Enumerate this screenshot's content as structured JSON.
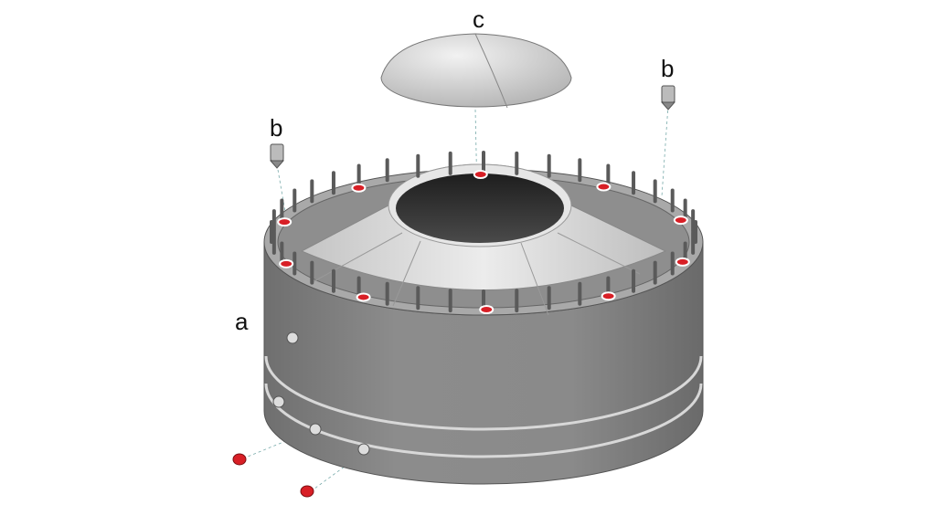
{
  "labels": {
    "a": "a",
    "b_left": "b",
    "b_right": "b",
    "c": "c"
  },
  "colors": {
    "body": "#8a8a8a",
    "rim": "#b5b5b5",
    "cone": "#d8d8d8",
    "accent": "#d81f26"
  }
}
